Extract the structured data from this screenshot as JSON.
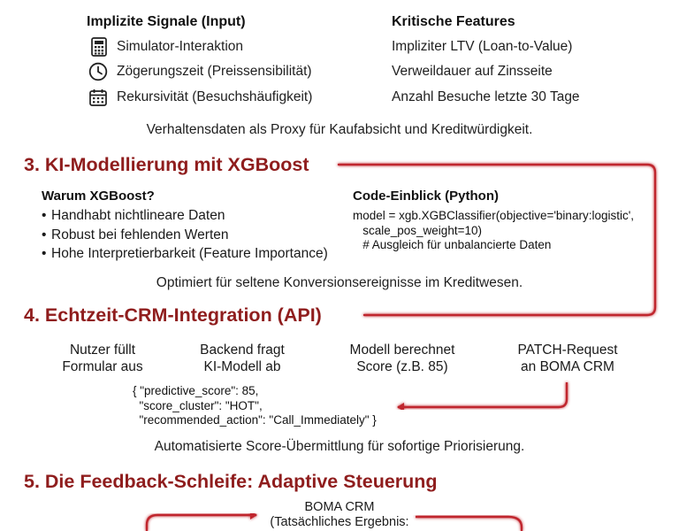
{
  "section2": {
    "left_heading": "Implizite Signale (Input)",
    "left_items": [
      {
        "icon": "calculator-icon",
        "label": "Simulator-Interaktion"
      },
      {
        "icon": "clock-icon",
        "label": "Zögerungszeit (Preissensibilität)"
      },
      {
        "icon": "calendar-icon",
        "label": "Rekursivität (Besuchshäufigkeit)"
      }
    ],
    "right_heading": "Kritische Features",
    "right_items": [
      "Impliziter LTV (Loan-to-Value)",
      "Verweildauer auf Zinsseite",
      "Anzahl Besuche letzte 30 Tage"
    ],
    "caption": "Verhaltensdaten als Proxy für Kaufabsicht und Kreditwürdigkeit."
  },
  "section3": {
    "title": "3. KI-Modellierung mit XGBoost",
    "why_heading": "Warum XGBoost?",
    "why_items": [
      "Handhabt nichtlineare Daten",
      "Robust bei fehlenden Werten",
      "Hohe Interpretierbarkeit (Feature Importance)"
    ],
    "code_heading": "Code-Einblick (Python)",
    "code_lines": [
      "model = xgb.XGBClassifier(objective='binary:logistic',",
      "   scale_pos_weight=10)",
      "   # Ausgleich für unbalancierte Daten"
    ],
    "caption": "Optimiert für seltene Konversionsereignisse im Kreditwesen."
  },
  "section4": {
    "title": "4. Echtzeit-CRM-Integration (API)",
    "steps": [
      [
        "Nutzer füllt",
        "Formular aus"
      ],
      [
        "Backend fragt",
        "KI-Modell ab"
      ],
      [
        "Modell berechnet",
        "Score (z.B. 85)"
      ],
      [
        "PATCH-Request",
        "an BOMA CRM"
      ]
    ],
    "json_lines": [
      "{ \"predictive_score\": 85,",
      "  \"score_cluster\": \"HOT\",",
      "  \"recommended_action\": \"Call_Immediately\" }"
    ],
    "caption": "Automatisierte Score-Übermittlung für sofortige Priorisierung."
  },
  "section5": {
    "title": "5. Die Feedback-Schleife: Adaptive Steuerung",
    "node_lines": [
      "BOMA CRM",
      "(Tatsächliches Ergebnis:"
    ]
  },
  "colors": {
    "accent": "#c0272d",
    "title": "#8f1d1d"
  }
}
